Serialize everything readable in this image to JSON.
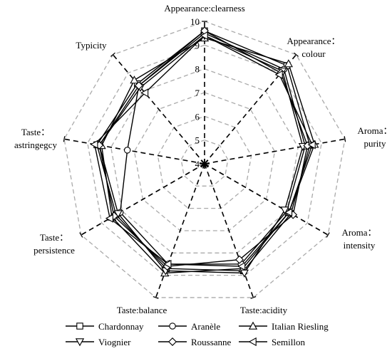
{
  "chart_data": {
    "type": "radar",
    "axes": [
      "Appearance:clearness",
      "Appearance：colour",
      "Aroma：purity",
      "Aroma：intensity",
      "Taste:acidity",
      "Taste:balance",
      "Taste：persistence",
      "Taste：astringegcy",
      "Typicity"
    ],
    "axis_label_lines": [
      [
        "Appearance:clearness"
      ],
      [
        "Appearance：",
        "colour"
      ],
      [
        "Aroma：",
        "purity"
      ],
      [
        "Aroma：",
        "intensity"
      ],
      [
        "Taste:acidity"
      ],
      [
        "Taste:balance"
      ],
      [
        "Taste：",
        "persistence"
      ],
      [
        "Taste：",
        "astringegcy"
      ],
      [
        "Typicity"
      ]
    ],
    "rlim": [
      4,
      10
    ],
    "ticks": [
      4,
      5,
      6,
      7,
      8,
      9,
      10
    ],
    "series": [
      {
        "name": "Chardonnay",
        "marker": "square",
        "values": [
          9.6,
          9.4,
          8.5,
          8.2,
          8.8,
          8.7,
          8.3,
          8.6,
          8.4
        ]
      },
      {
        "name": "Aranèle",
        "marker": "circle",
        "values": [
          9.5,
          9.2,
          8.3,
          8.0,
          8.5,
          8.5,
          8.1,
          7.3,
          8.3
        ]
      },
      {
        "name": "Italian Riesling",
        "marker": "triangle-up",
        "values": [
          9.3,
          9.5,
          8.7,
          8.1,
          8.7,
          8.9,
          8.5,
          8.4,
          8.6
        ]
      },
      {
        "name": "Viognier",
        "marker": "triangle-down",
        "values": [
          9.4,
          9.1,
          8.2,
          7.9,
          8.9,
          8.8,
          8.2,
          8.5,
          8.2
        ]
      },
      {
        "name": "Roussanne",
        "marker": "diamond",
        "values": [
          9.6,
          9.0,
          8.4,
          8.3,
          8.3,
          8.6,
          8.4,
          8.5,
          8.3
        ]
      },
      {
        "name": "Semillon",
        "marker": "triangle-left",
        "values": [
          9.4,
          8.9,
          8.6,
          8.1,
          8.6,
          8.5,
          8.6,
          8.7,
          7.9
        ]
      }
    ],
    "grid": true,
    "outer_ring_color": "#aaaaaa",
    "inner_ring_color": "#000000",
    "legend_position": "bottom"
  }
}
